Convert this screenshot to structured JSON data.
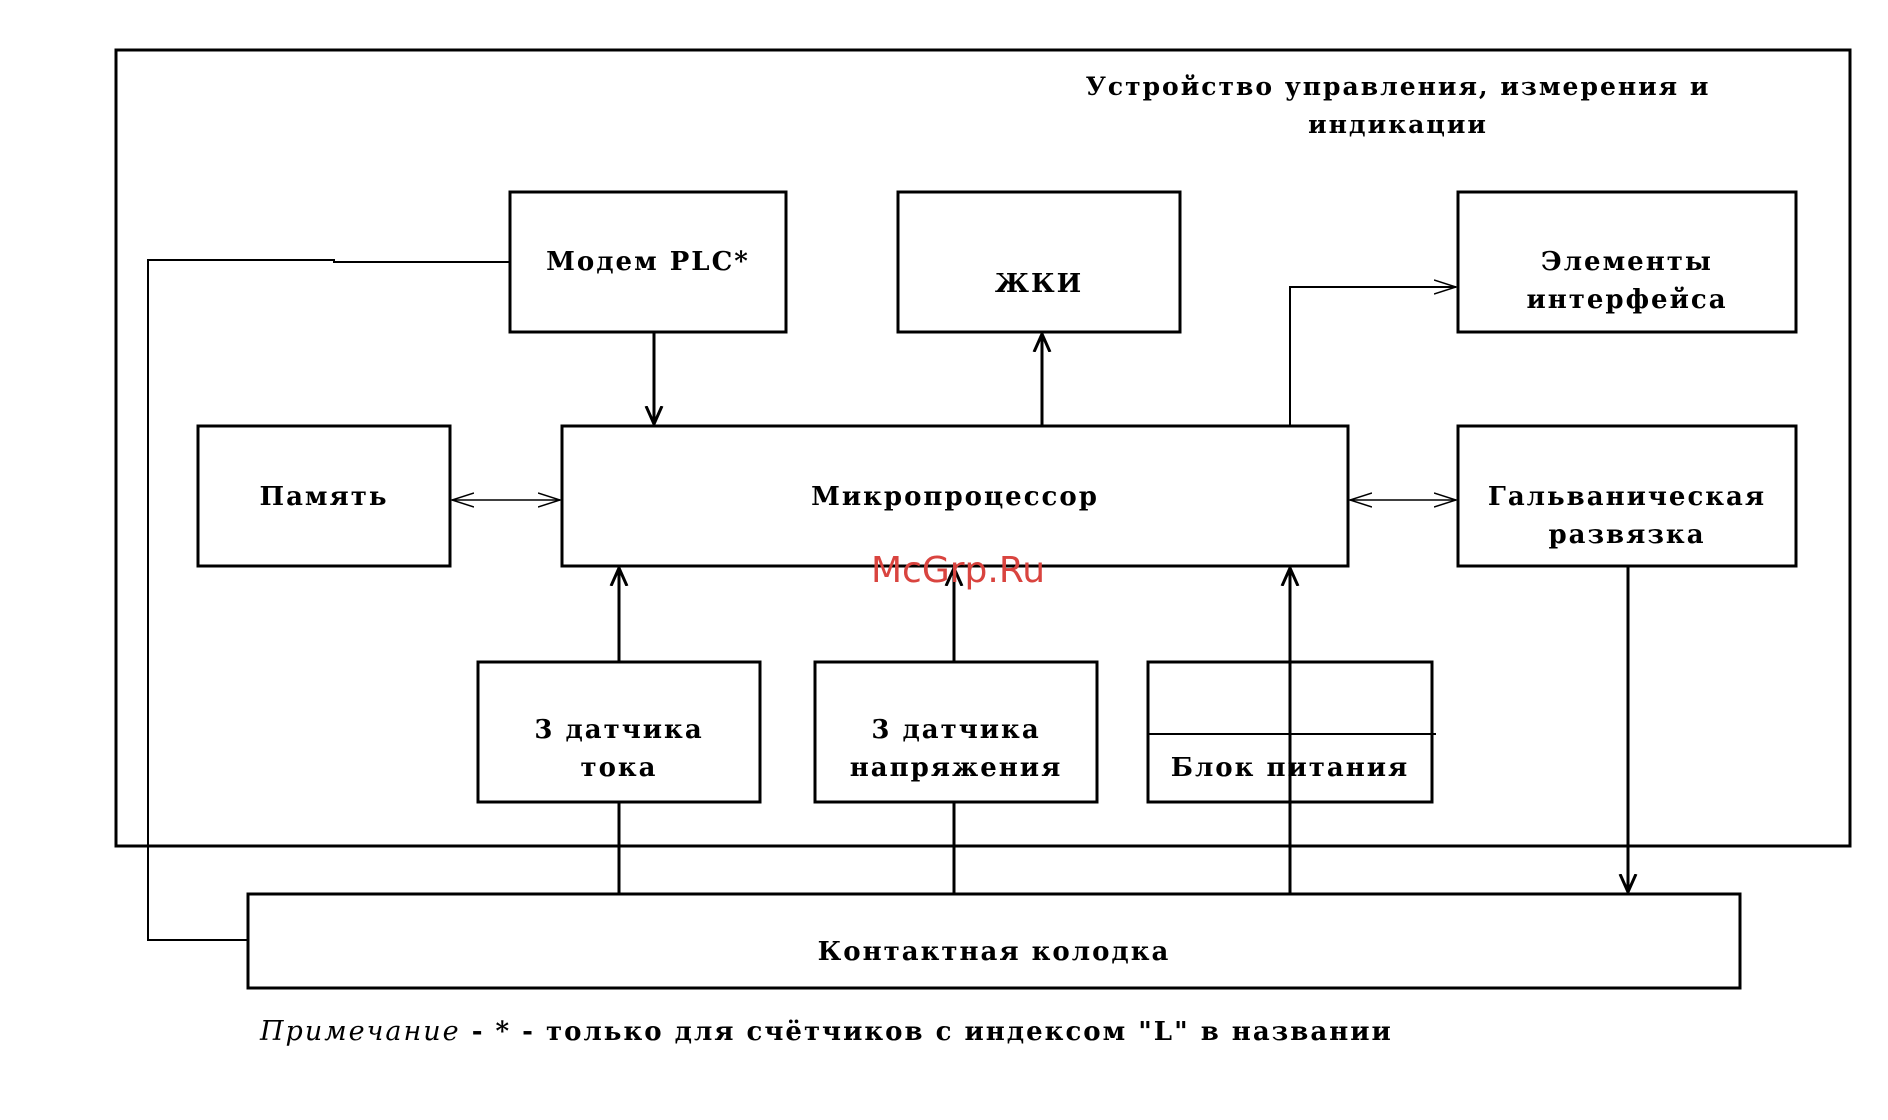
{
  "diagram": {
    "title_line1": "Устройство управления, измерения и",
    "title_line2": "индикации",
    "blocks": {
      "modem": "Модем PLC*",
      "lcd": "ЖКИ",
      "interface_line1": "Элементы",
      "interface_line2": "интерфейса",
      "memory": "Память",
      "microprocessor": "Микропроцессор",
      "isolation_line1": "Гальваническая",
      "isolation_line2": "развязка",
      "current_line1": "3 датчика",
      "current_line2": "тока",
      "voltage_line1": "3 датчика",
      "voltage_line2": "напряжения",
      "power": "Блок питания",
      "terminal": "Контактная колодка"
    },
    "note_prefix": "Примечание",
    "note_text": " - * - только для счётчиков с индексом \"L\" в названии",
    "watermark": "McGrp.Ru"
  },
  "colors": {
    "line": "#000000",
    "background": "#ffffff",
    "watermark": "#d9443f"
  }
}
